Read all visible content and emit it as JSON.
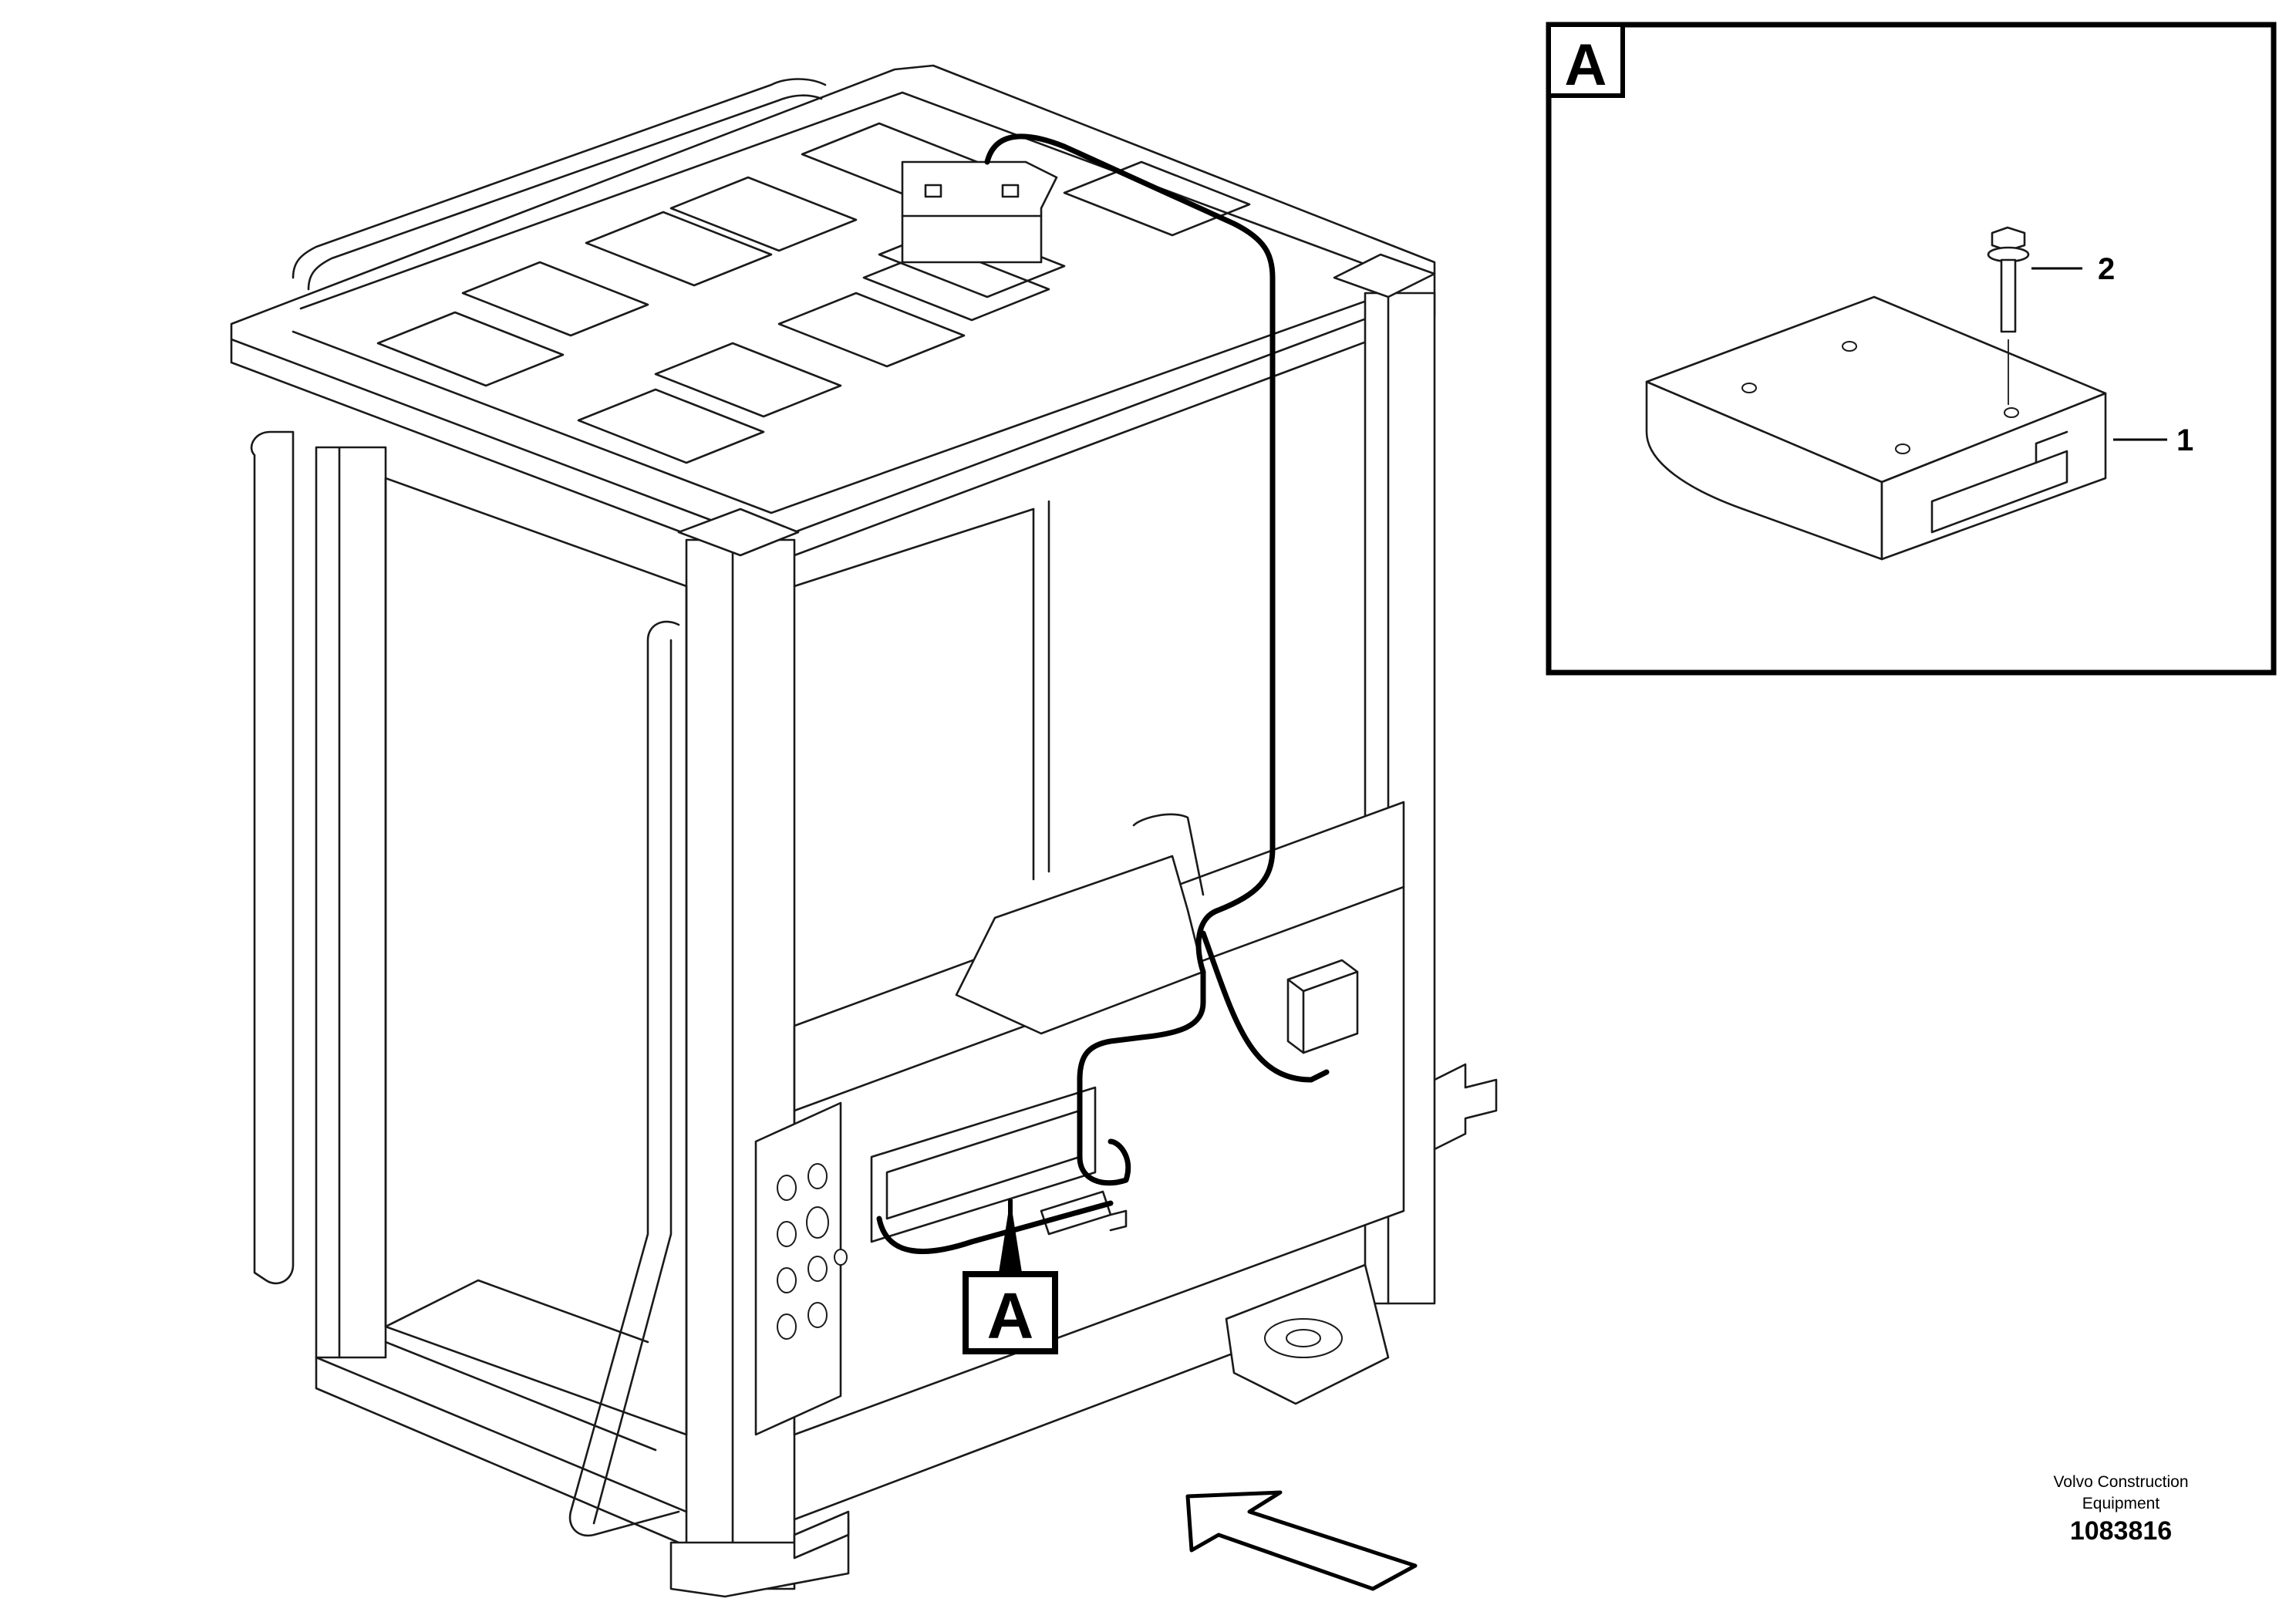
{
  "detail_view": {
    "label": "A"
  },
  "callout": {
    "label": "A"
  },
  "parts": [
    {
      "number": "1",
      "name_icon": "control-unit-icon"
    },
    {
      "number": "2",
      "name_icon": "flange-screw-icon"
    }
  ],
  "footer": {
    "company_line1": "Volvo Construction",
    "company_line2": "Equipment",
    "drawing_number": "1083816"
  }
}
